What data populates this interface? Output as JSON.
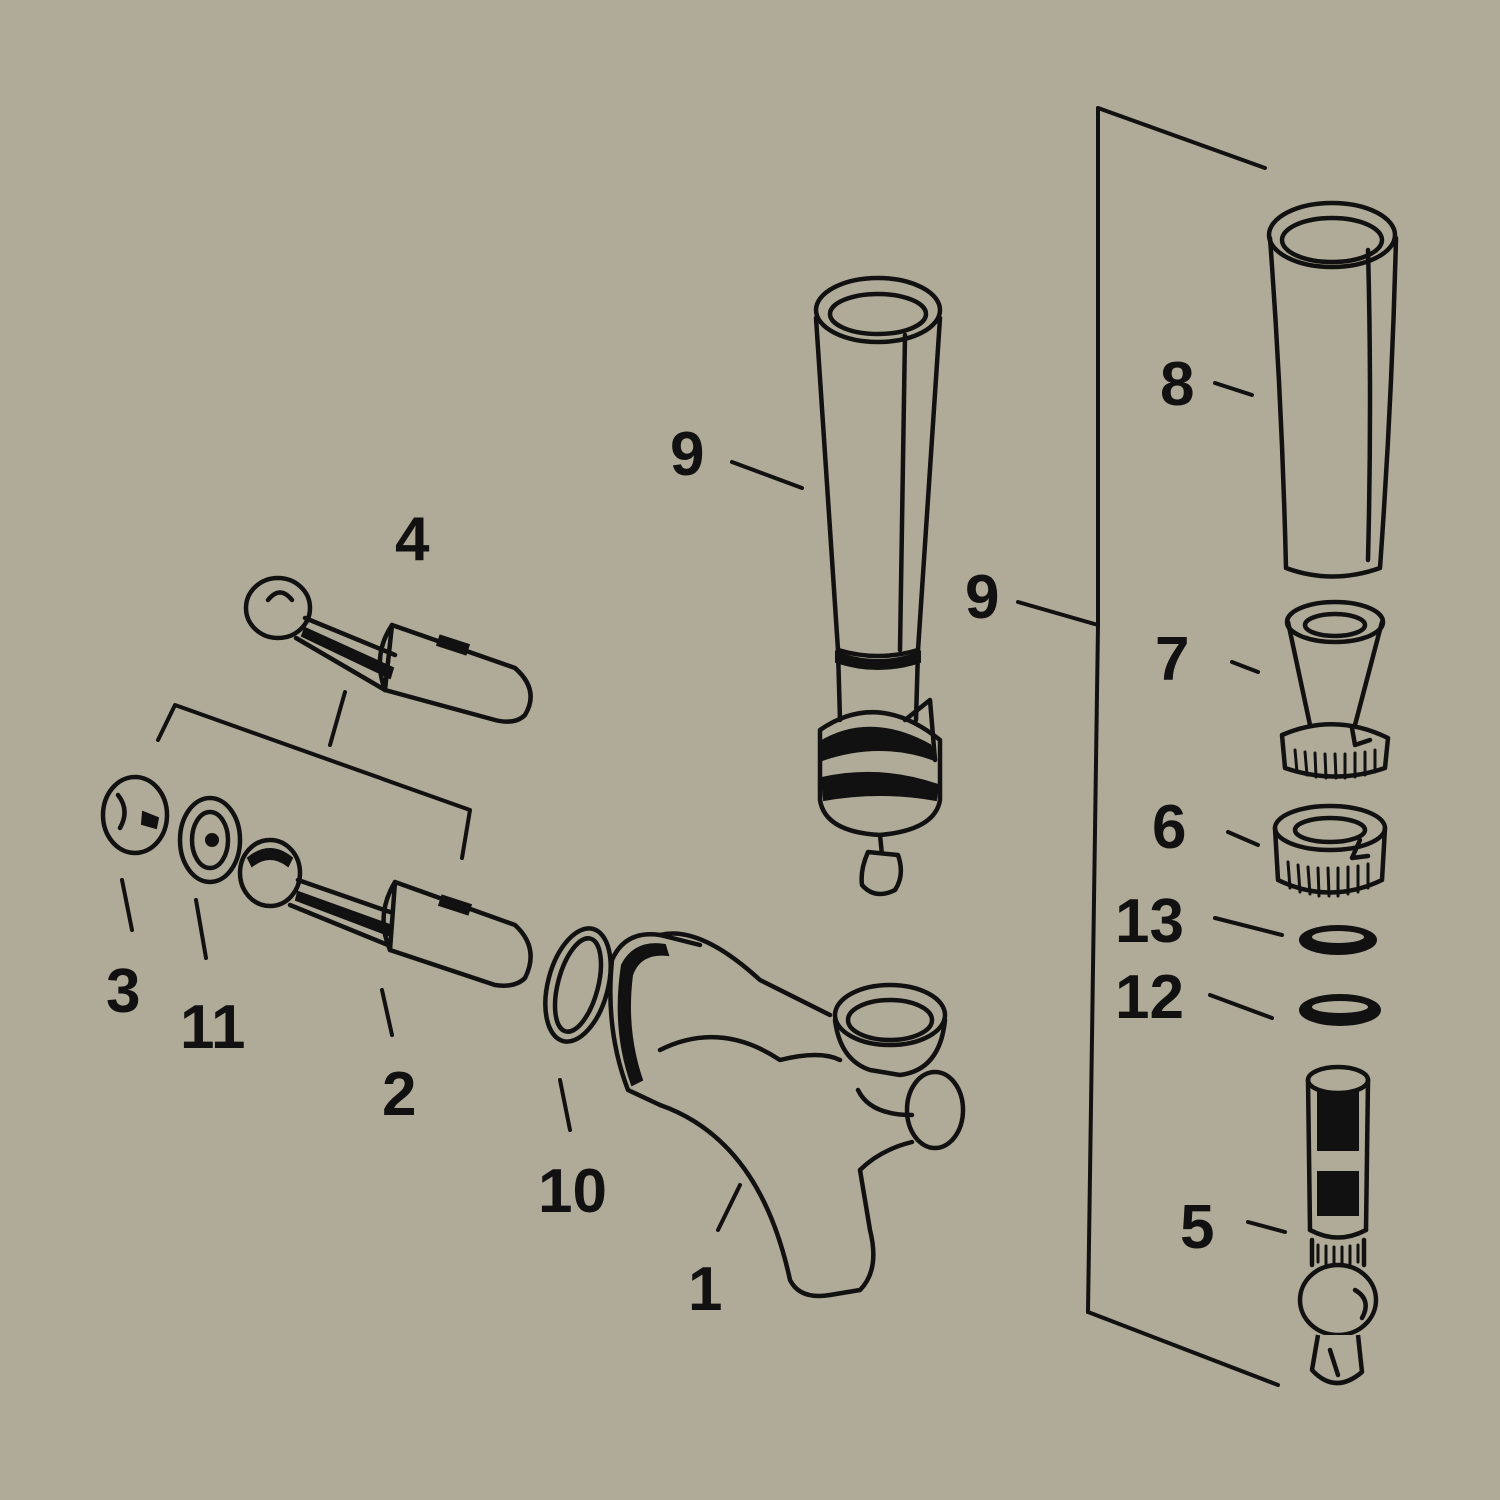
{
  "colors": {
    "background": "#b0aa98",
    "ink": "#111111"
  },
  "callouts": {
    "n1": "1",
    "n2": "2",
    "n3": "3",
    "n4": "4",
    "n5": "5",
    "n6": "6",
    "n7": "7",
    "n8": "8",
    "n9_left": "9",
    "n9_right": "9",
    "n10": "10",
    "n11": "11",
    "n12": "12",
    "n13": "13"
  }
}
